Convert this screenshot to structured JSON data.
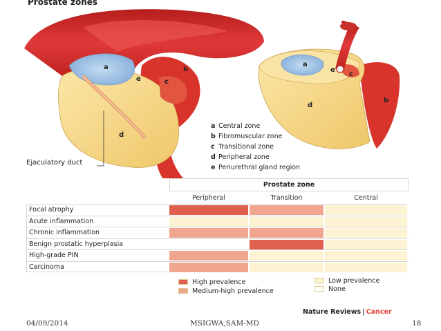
{
  "title": "Prostate zones",
  "illustration": {
    "side_labels": [
      "a",
      "b",
      "c",
      "d",
      "e"
    ],
    "top_labels": [
      "a",
      "b",
      "c",
      "d",
      "e"
    ],
    "ejaculatory_duct": "Ejaculatory duct"
  },
  "zone_legend": [
    {
      "key": "a",
      "text": "Central zone"
    },
    {
      "key": "b",
      "text": "Fibromuscular zone"
    },
    {
      "key": "c",
      "text": "Transitional zone"
    },
    {
      "key": "d",
      "text": "Peripheral zone"
    },
    {
      "key": "e",
      "text": "Periurethral gland region"
    }
  ],
  "table": {
    "header": "Prostate zone",
    "columns": [
      "Peripheral",
      "Transition",
      "Central"
    ],
    "rows": [
      {
        "label": "Focal atrophy",
        "levels": [
          "high",
          "medium-high",
          "low"
        ]
      },
      {
        "label": "Acute inflammation",
        "levels": [
          "low",
          "low",
          "low"
        ]
      },
      {
        "label": "Chronic inflammation",
        "levels": [
          "medium-high",
          "medium-high",
          "low"
        ]
      },
      {
        "label": "Benign prostatic hyperplasia",
        "levels": [
          "none",
          "high",
          "low"
        ]
      },
      {
        "label": "High-grade PIN",
        "levels": [
          "medium-high",
          "low",
          "low"
        ]
      },
      {
        "label": "Carcinoma",
        "levels": [
          "medium-high",
          "low",
          "low"
        ]
      }
    ]
  },
  "prevalence_key": [
    {
      "level": "high",
      "label": "High prevalence",
      "color": "#e0604f"
    },
    {
      "level": "medium-high",
      "label": "Medium-high prevalence",
      "color": "#f0a58e"
    },
    {
      "level": "low",
      "label": "Low prevalence",
      "color": "#fdf3d3"
    },
    {
      "level": "none",
      "label": "None",
      "color": "#ffffff"
    }
  ],
  "credit": {
    "journal": "Nature Reviews",
    "sep": "|",
    "section": "Cancer"
  },
  "colors": {
    "accent_red": "#d9342b",
    "central_blue": "#9cbfe3",
    "peripheral_yellow": "#f6d98a",
    "credit_section": "#e8423a"
  },
  "footer": {
    "date": "04/09/2014",
    "author": "MSIGWA,SAM-MD",
    "page": "18"
  }
}
